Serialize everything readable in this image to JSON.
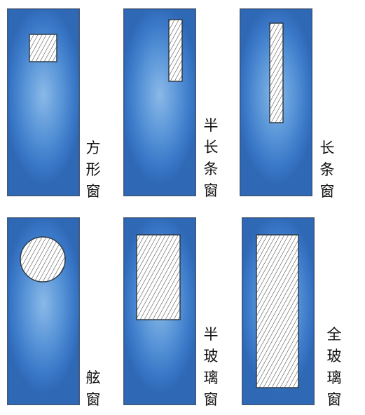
{
  "colors": {
    "door_face": "#5a96d8",
    "door_edge": "#2b5fa8",
    "glass": "#ffffff",
    "hatch": "#555555",
    "text": "#111111"
  },
  "doors": [
    {
      "label": "方形窗",
      "window_shape": "square"
    },
    {
      "label": "半长条窗",
      "window_shape": "half-strip"
    },
    {
      "label": "长条窗",
      "window_shape": "long-strip"
    },
    {
      "label": "舷窗",
      "window_shape": "porthole"
    },
    {
      "label": "半玻璃窗",
      "window_shape": "half-glass"
    },
    {
      "label": "全玻璃窗",
      "window_shape": "full-glass"
    }
  ]
}
